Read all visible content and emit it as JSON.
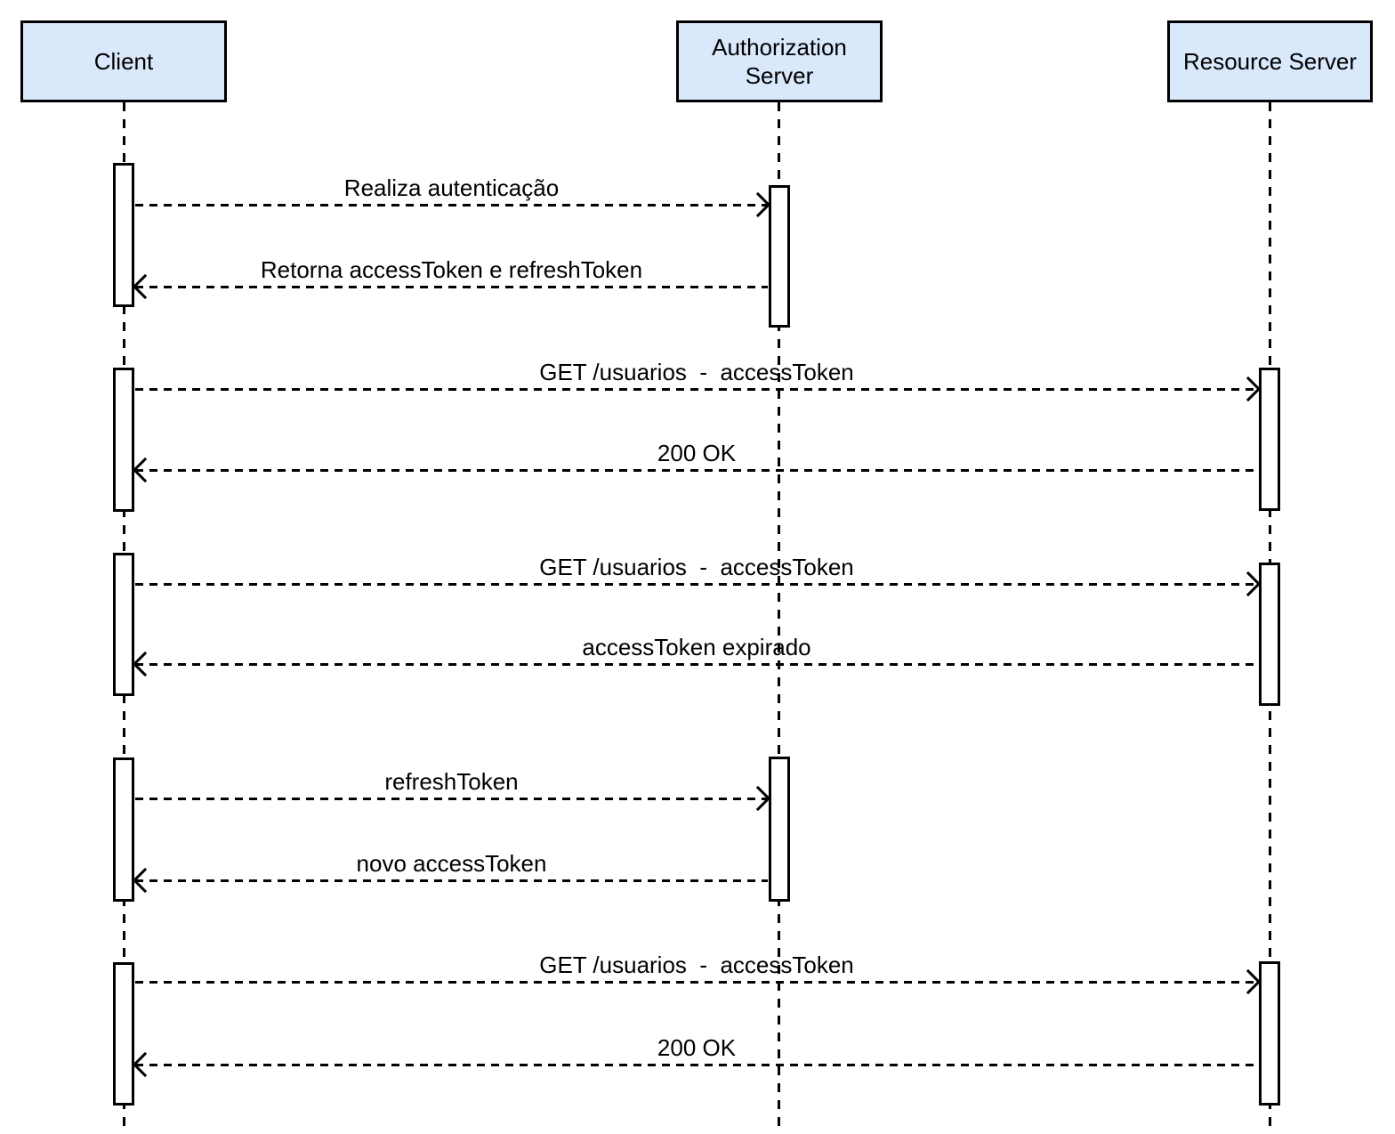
{
  "diagram": {
    "type": "sequence",
    "actors": [
      {
        "id": "client",
        "label": "Client"
      },
      {
        "id": "authorization-server",
        "label": "Authorization\nServer"
      },
      {
        "id": "resource-server",
        "label": "Resource Server"
      }
    ],
    "messages": [
      {
        "from": "client",
        "to": "authorization-server",
        "direction": "right",
        "label": "Realiza autenticação"
      },
      {
        "from": "authorization-server",
        "to": "client",
        "direction": "left",
        "label": "Retorna accessToken e refreshToken"
      },
      {
        "from": "client",
        "to": "resource-server",
        "direction": "right",
        "label": "GET /usuarios  -  accessToken"
      },
      {
        "from": "resource-server",
        "to": "client",
        "direction": "left",
        "label": "200 OK"
      },
      {
        "from": "client",
        "to": "resource-server",
        "direction": "right",
        "label": "GET /usuarios  -  accessToken"
      },
      {
        "from": "resource-server",
        "to": "client",
        "direction": "left",
        "label": "accessToken expirado"
      },
      {
        "from": "client",
        "to": "authorization-server",
        "direction": "right",
        "label": "refreshToken"
      },
      {
        "from": "authorization-server",
        "to": "client",
        "direction": "left",
        "label": "novo accessToken"
      },
      {
        "from": "client",
        "to": "resource-server",
        "direction": "right",
        "label": "GET /usuarios  -  accessToken"
      },
      {
        "from": "resource-server",
        "to": "client",
        "direction": "left",
        "label": "200 OK"
      }
    ],
    "colors": {
      "actor_fill": "#dae8fc",
      "stroke": "#000000",
      "background": "#ffffff"
    }
  }
}
